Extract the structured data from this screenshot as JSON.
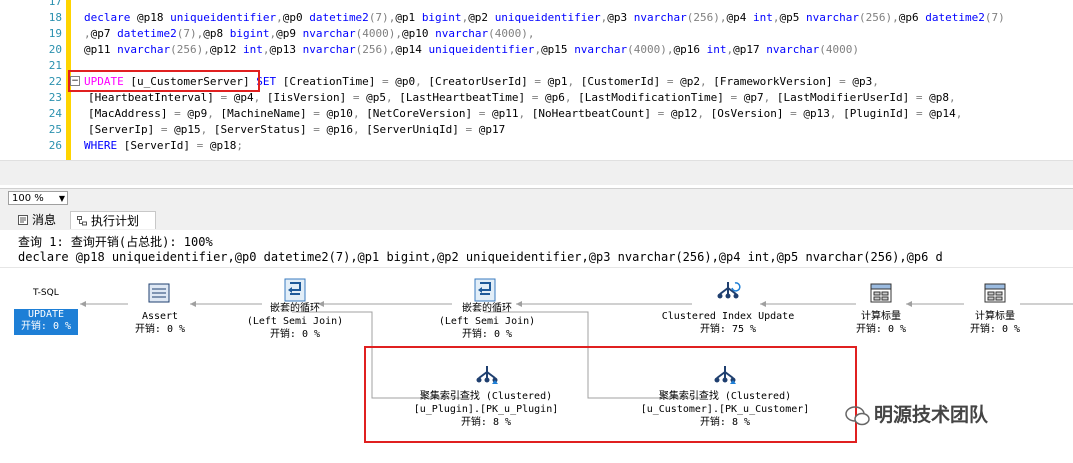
{
  "editor": {
    "line_numbers": [
      "17",
      "18",
      "19",
      "20",
      "21",
      "22",
      "23",
      "24",
      "25",
      "26"
    ],
    "lines": [
      {
        "segments": [
          {
            "t": "",
            "c": ""
          }
        ]
      },
      {
        "segments": [
          {
            "t": "declare ",
            "c": "kw"
          },
          {
            "t": "@p18 ",
            "c": ""
          },
          {
            "t": "uniqueidentifier",
            "c": "kw"
          },
          {
            "t": ",",
            "c": "gr"
          },
          {
            "t": "@p0 ",
            "c": ""
          },
          {
            "t": "datetime2",
            "c": "kw"
          },
          {
            "t": "(7)",
            "c": "gr"
          },
          {
            "t": ",",
            "c": "gr"
          },
          {
            "t": "@p1 ",
            "c": ""
          },
          {
            "t": "bigint",
            "c": "kw"
          },
          {
            "t": ",",
            "c": "gr"
          },
          {
            "t": "@p2 ",
            "c": ""
          },
          {
            "t": "uniqueidentifier",
            "c": "kw"
          },
          {
            "t": ",",
            "c": "gr"
          },
          {
            "t": "@p3 ",
            "c": ""
          },
          {
            "t": "nvarchar",
            "c": "kw"
          },
          {
            "t": "(256)",
            "c": "gr"
          },
          {
            "t": ",",
            "c": "gr"
          },
          {
            "t": "@p4 ",
            "c": ""
          },
          {
            "t": "int",
            "c": "kw"
          },
          {
            "t": ",",
            "c": "gr"
          },
          {
            "t": "@p5 ",
            "c": ""
          },
          {
            "t": "nvarchar",
            "c": "kw"
          },
          {
            "t": "(256)",
            "c": "gr"
          },
          {
            "t": ",",
            "c": "gr"
          },
          {
            "t": "@p6 ",
            "c": ""
          },
          {
            "t": "datetime2",
            "c": "kw"
          },
          {
            "t": "(7)",
            "c": "gr"
          }
        ]
      },
      {
        "segments": [
          {
            "t": ",",
            "c": "gr"
          },
          {
            "t": "@p7 ",
            "c": ""
          },
          {
            "t": "datetime2",
            "c": "kw"
          },
          {
            "t": "(7)",
            "c": "gr"
          },
          {
            "t": ",",
            "c": "gr"
          },
          {
            "t": "@p8 ",
            "c": ""
          },
          {
            "t": "bigint",
            "c": "kw"
          },
          {
            "t": ",",
            "c": "gr"
          },
          {
            "t": "@p9 ",
            "c": ""
          },
          {
            "t": "nvarchar",
            "c": "kw"
          },
          {
            "t": "(4000)",
            "c": "gr"
          },
          {
            "t": ",",
            "c": "gr"
          },
          {
            "t": "@p10 ",
            "c": ""
          },
          {
            "t": "nvarchar",
            "c": "kw"
          },
          {
            "t": "(4000)",
            "c": "gr"
          },
          {
            "t": ",",
            "c": "gr"
          }
        ]
      },
      {
        "segments": [
          {
            "t": "@p11 ",
            "c": ""
          },
          {
            "t": "nvarchar",
            "c": "kw"
          },
          {
            "t": "(256)",
            "c": "gr"
          },
          {
            "t": ",",
            "c": "gr"
          },
          {
            "t": "@p12 ",
            "c": ""
          },
          {
            "t": "int",
            "c": "kw"
          },
          {
            "t": ",",
            "c": "gr"
          },
          {
            "t": "@p13 ",
            "c": ""
          },
          {
            "t": "nvarchar",
            "c": "kw"
          },
          {
            "t": "(256)",
            "c": "gr"
          },
          {
            "t": ",",
            "c": "gr"
          },
          {
            "t": "@p14 ",
            "c": ""
          },
          {
            "t": "uniqueidentifier",
            "c": "kw"
          },
          {
            "t": ",",
            "c": "gr"
          },
          {
            "t": "@p15 ",
            "c": ""
          },
          {
            "t": "nvarchar",
            "c": "kw"
          },
          {
            "t": "(4000)",
            "c": "gr"
          },
          {
            "t": ",",
            "c": "gr"
          },
          {
            "t": "@p16 ",
            "c": ""
          },
          {
            "t": "int",
            "c": "kw"
          },
          {
            "t": ",",
            "c": "gr"
          },
          {
            "t": "@p17 ",
            "c": ""
          },
          {
            "t": "nvarchar",
            "c": "kw"
          },
          {
            "t": "(4000)",
            "c": "gr"
          }
        ]
      },
      {
        "segments": [
          {
            "t": "",
            "c": ""
          }
        ]
      },
      {
        "segments": [
          {
            "t": "UPDATE ",
            "c": "fn"
          },
          {
            "t": "[u_CustomerServer] ",
            "c": ""
          },
          {
            "t": "SET ",
            "c": "kw"
          },
          {
            "t": "[CreationTime] ",
            "c": ""
          },
          {
            "t": "= ",
            "c": "gr"
          },
          {
            "t": "@p0",
            "c": ""
          },
          {
            "t": ", ",
            "c": "gr"
          },
          {
            "t": "[CreatorUserId] ",
            "c": ""
          },
          {
            "t": "= ",
            "c": "gr"
          },
          {
            "t": "@p1",
            "c": ""
          },
          {
            "t": ", ",
            "c": "gr"
          },
          {
            "t": "[CustomerId] ",
            "c": ""
          },
          {
            "t": "= ",
            "c": "gr"
          },
          {
            "t": "@p2",
            "c": ""
          },
          {
            "t": ", ",
            "c": "gr"
          },
          {
            "t": "[FrameworkVersion] ",
            "c": ""
          },
          {
            "t": "= ",
            "c": "gr"
          },
          {
            "t": "@p3",
            "c": ""
          },
          {
            "t": ",",
            "c": "gr"
          }
        ]
      },
      {
        "segments": [
          {
            "t": "[HeartbeatInterval] ",
            "c": ""
          },
          {
            "t": "= ",
            "c": "gr"
          },
          {
            "t": "@p4",
            "c": ""
          },
          {
            "t": ", ",
            "c": "gr"
          },
          {
            "t": "[IisVersion] ",
            "c": ""
          },
          {
            "t": "= ",
            "c": "gr"
          },
          {
            "t": "@p5",
            "c": ""
          },
          {
            "t": ", ",
            "c": "gr"
          },
          {
            "t": "[LastHeartbeatTime] ",
            "c": ""
          },
          {
            "t": "= ",
            "c": "gr"
          },
          {
            "t": "@p6",
            "c": ""
          },
          {
            "t": ", ",
            "c": "gr"
          },
          {
            "t": "[LastModificationTime] ",
            "c": ""
          },
          {
            "t": "= ",
            "c": "gr"
          },
          {
            "t": "@p7",
            "c": ""
          },
          {
            "t": ", ",
            "c": "gr"
          },
          {
            "t": "[LastModifierUserId] ",
            "c": ""
          },
          {
            "t": "= ",
            "c": "gr"
          },
          {
            "t": "@p8",
            "c": ""
          },
          {
            "t": ",",
            "c": "gr"
          }
        ]
      },
      {
        "segments": [
          {
            "t": "[MacAddress] ",
            "c": ""
          },
          {
            "t": "= ",
            "c": "gr"
          },
          {
            "t": "@p9",
            "c": ""
          },
          {
            "t": ", ",
            "c": "gr"
          },
          {
            "t": "[MachineName] ",
            "c": ""
          },
          {
            "t": "= ",
            "c": "gr"
          },
          {
            "t": "@p10",
            "c": ""
          },
          {
            "t": ", ",
            "c": "gr"
          },
          {
            "t": "[NetCoreVersion] ",
            "c": ""
          },
          {
            "t": "= ",
            "c": "gr"
          },
          {
            "t": "@p11",
            "c": ""
          },
          {
            "t": ", ",
            "c": "gr"
          },
          {
            "t": "[NoHeartbeatCount] ",
            "c": ""
          },
          {
            "t": "= ",
            "c": "gr"
          },
          {
            "t": "@p12",
            "c": ""
          },
          {
            "t": ", ",
            "c": "gr"
          },
          {
            "t": "[OsVersion] ",
            "c": ""
          },
          {
            "t": "= ",
            "c": "gr"
          },
          {
            "t": "@p13",
            "c": ""
          },
          {
            "t": ", ",
            "c": "gr"
          },
          {
            "t": "[PluginId] ",
            "c": ""
          },
          {
            "t": "= ",
            "c": "gr"
          },
          {
            "t": "@p14",
            "c": ""
          },
          {
            "t": ",",
            "c": "gr"
          }
        ]
      },
      {
        "segments": [
          {
            "t": "[ServerIp] ",
            "c": ""
          },
          {
            "t": "= ",
            "c": "gr"
          },
          {
            "t": "@p15",
            "c": ""
          },
          {
            "t": ", ",
            "c": "gr"
          },
          {
            "t": "[ServerStatus] ",
            "c": ""
          },
          {
            "t": "= ",
            "c": "gr"
          },
          {
            "t": "@p16",
            "c": ""
          },
          {
            "t": ", ",
            "c": "gr"
          },
          {
            "t": "[ServerUniqId] ",
            "c": ""
          },
          {
            "t": "= ",
            "c": "gr"
          },
          {
            "t": "@p17",
            "c": ""
          }
        ]
      },
      {
        "segments": [
          {
            "t": "WHERE ",
            "c": "kw"
          },
          {
            "t": "[ServerId] ",
            "c": ""
          },
          {
            "t": "= ",
            "c": "gr"
          },
          {
            "t": "@p18",
            "c": ""
          },
          {
            "t": ";",
            "c": "gr"
          }
        ]
      }
    ]
  },
  "zoom": {
    "value": "100 %"
  },
  "tabs": {
    "messages": "消息",
    "plan": "执行计划"
  },
  "plan": {
    "query_header": "查询 1: 查询开销(占总批): 100%",
    "query_text": "declare @p18 uniqueidentifier,@p0 datetime2(7),@p1 bigint,@p2 uniqueidentifier,@p3 nvarchar(256),@p4 int,@p5 nvarchar(256),@p6 d",
    "tsql_label": "T-SQL",
    "update_node": {
      "name": "UPDATE",
      "cost": "开销: 0 %"
    },
    "nodes": {
      "assert": {
        "name": "Assert",
        "cost": "开销: 0 %"
      },
      "loop1": {
        "name": "嵌套的循环",
        "sub": "(Left Semi Join)",
        "cost": "开销: 0 %"
      },
      "loop2": {
        "name": "嵌套的循环",
        "sub": "(Left Semi Join)",
        "cost": "开销: 0 %"
      },
      "ciu": {
        "name": "Clustered Index Update",
        "cost": "开销: 75 %"
      },
      "compute1": {
        "name": "计算标量",
        "cost": "开销: 0 %"
      },
      "compute2": {
        "name": "计算标量",
        "cost": "开销: 0 %"
      },
      "seek1": {
        "name": "聚集索引查找 (Clustered)",
        "object": "[u_Plugin].[PK_u_Plugin]",
        "cost": "开销: 8 %"
      },
      "seek2": {
        "name": "聚集索引查找 (Clustered)",
        "object": "[u_Customer].[PK_u_Customer]",
        "cost": "开销: 8 %"
      }
    },
    "watermark": "明源技术团队"
  },
  "colors": {
    "highlight_box": "#e02020",
    "keyword": "#0000ff",
    "update_keyword": "#ff00ff",
    "update_node": "#1e7fd6",
    "line_number": "#2b91af"
  }
}
